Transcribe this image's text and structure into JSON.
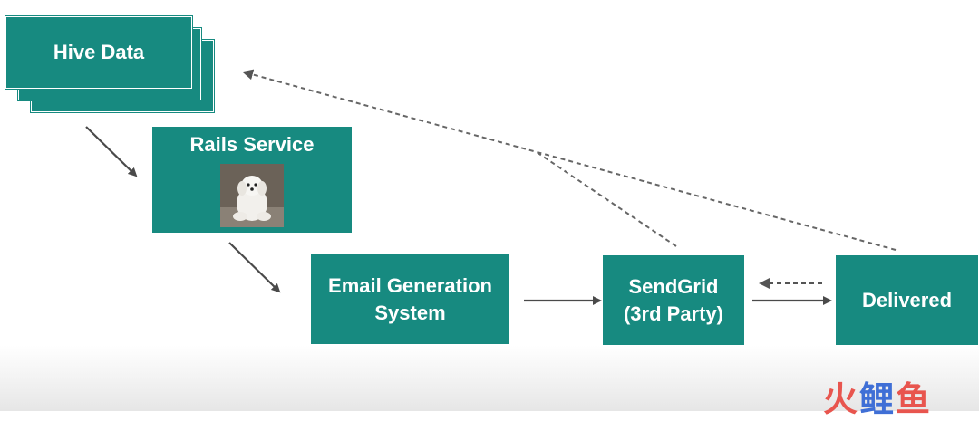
{
  "nodes": {
    "hive": "Hive Data",
    "rails": "Rails Service",
    "email_line1": "Email Generation",
    "email_line2": "System",
    "sendgrid_line1": "SendGrid",
    "sendgrid_line2": "(3rd Party)",
    "delivered": "Delivered"
  },
  "watermark": {
    "chars": [
      "火",
      "鲤",
      "鱼"
    ]
  },
  "colors": {
    "box": "#178a80",
    "arrow": "#4a4a4a",
    "dashed": "#666666",
    "watermark_red": "#e8554e",
    "watermark_blue": "#3f6fd6"
  },
  "icons": {
    "photo": "white-dog-photo"
  }
}
